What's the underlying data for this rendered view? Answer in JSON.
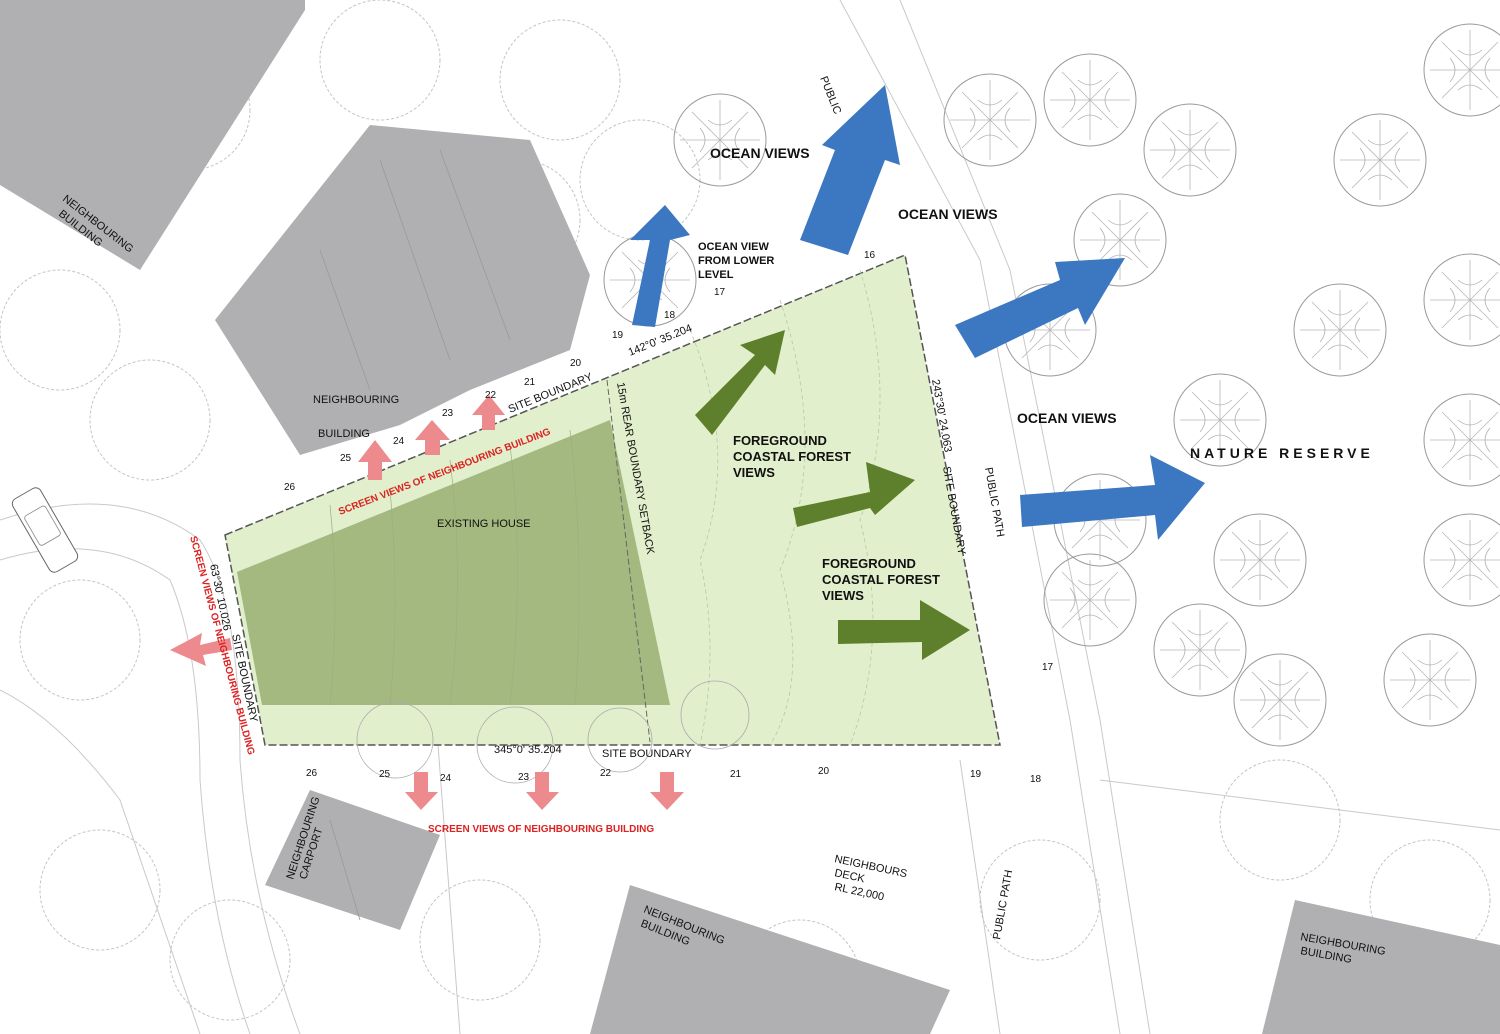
{
  "labels": {
    "ocean_views_1": "OCEAN VIEWS",
    "ocean_views_2": "OCEAN VIEWS",
    "ocean_views_3": "OCEAN VIEWS",
    "ocean_view_lower_1": "OCEAN VIEW",
    "ocean_view_lower_2": "FROM LOWER",
    "ocean_view_lower_3": "LEVEL",
    "nature_reserve": "NATURE RESERVE",
    "foreground_1a": "FOREGROUND",
    "foreground_1b": "COASTAL FOREST",
    "foreground_1c": "VIEWS",
    "foreground_2a": "FOREGROUND",
    "foreground_2b": "COASTAL FOREST",
    "foreground_2c": "VIEWS",
    "existing_house": "EXISTING HOUSE",
    "rear_setback": "15m REAR BOUNDARY SETBACK",
    "site_boundary_top": "SITE BOUNDARY",
    "site_boundary_right": "SITE BOUNDARY",
    "site_boundary_left": "SITE BOUNDARY",
    "site_boundary_bottom": "SITE BOUNDARY",
    "bearing_top": "142°0' 35.204",
    "bearing_right": "243°30' 24.063",
    "bearing_left": "63°30' 10.026",
    "bearing_bottom": "345°0' 35.204",
    "public_top": "PUBLIC",
    "public_path_right": "PUBLIC PATH",
    "public_path_bottom": "PUBLIC PATH",
    "neighbouring_building_1a": "NEIGHBOURING",
    "neighbouring_building_1b": "BUILDING",
    "neighbouring_building_2a": "NEIGHBOURING",
    "neighbouring_building_2b": "BUILDING",
    "neighbouring_building_3a": "NEIGHBOURING",
    "neighbouring_building_3b": "BUILDING",
    "neighbouring_building_4a": "NEIGHBOURING",
    "neighbouring_building_4b": "BUILDING",
    "neighbouring_carport_a": "NEIGHBOURING",
    "neighbouring_carport_b": "CARPORT",
    "neighbours_deck_a": "NEIGHBOURS",
    "neighbours_deck_b": "DECK",
    "neighbours_deck_c": "RL 22,000",
    "screen_views_top": "SCREEN VIEWS OF NEIGHBOURING BUILDING",
    "screen_views_left": "SCREEN VIEWS OF NEIGHBOURING BUILDING",
    "screen_views_bottom": "SCREEN VIEWS OF NEIGHBOURING BUILDING"
  },
  "contours": {
    "c16": "16",
    "c17a": "17",
    "c17b": "17",
    "c18a": "18",
    "c18b": "18",
    "c19a": "19",
    "c19b": "19",
    "c20a": "20",
    "c20b": "20",
    "c21a": "21",
    "c21b": "21",
    "c22a": "22",
    "c22b": "22",
    "c23a": "23",
    "c23b": "23",
    "c24a": "24",
    "c24b": "24",
    "c25a": "25",
    "c25b": "25",
    "c26a": "26",
    "c26b": "26"
  },
  "colors": {
    "site_fill": "#e1efcc",
    "house_fill": "#a3b97f",
    "building_fill": "#b0b0b2",
    "ocean_arrow": "#3c77c1",
    "forest_arrow": "#5e7f2b",
    "screen_arrow": "#ec8a8d",
    "screen_text": "#d22222"
  }
}
